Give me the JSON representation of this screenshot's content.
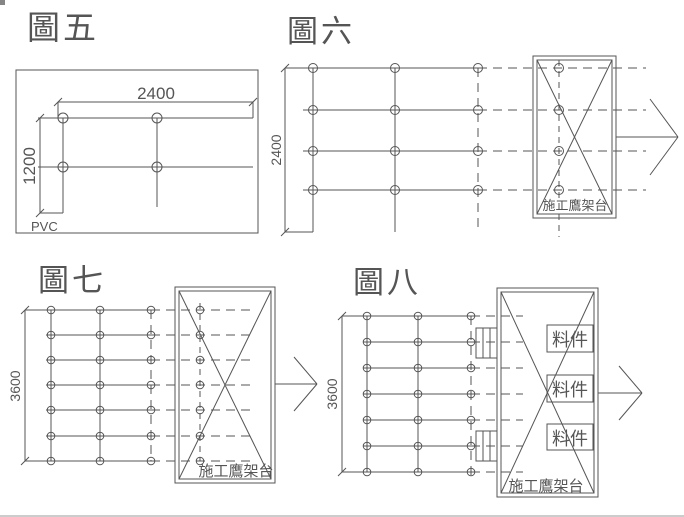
{
  "drawing": {
    "background": "#ffffff",
    "line_color": "#555555",
    "figures": {
      "fig5": {
        "title": "圖五",
        "width_dim": "2400",
        "height_dim": "1200",
        "pvc_label": "PVC"
      },
      "fig6": {
        "title": "圖六",
        "height_dim": "2400",
        "scaffold_label": "施工鷹架台"
      },
      "fig7": {
        "title": "圖七",
        "height_dim": "3600",
        "scaffold_label": "施工鷹架台"
      },
      "fig8": {
        "title": "圖八",
        "height_dim": "3600",
        "scaffold_label": "施工鷹架台",
        "material_labels": [
          "料件",
          "料件",
          "料件"
        ]
      }
    }
  }
}
